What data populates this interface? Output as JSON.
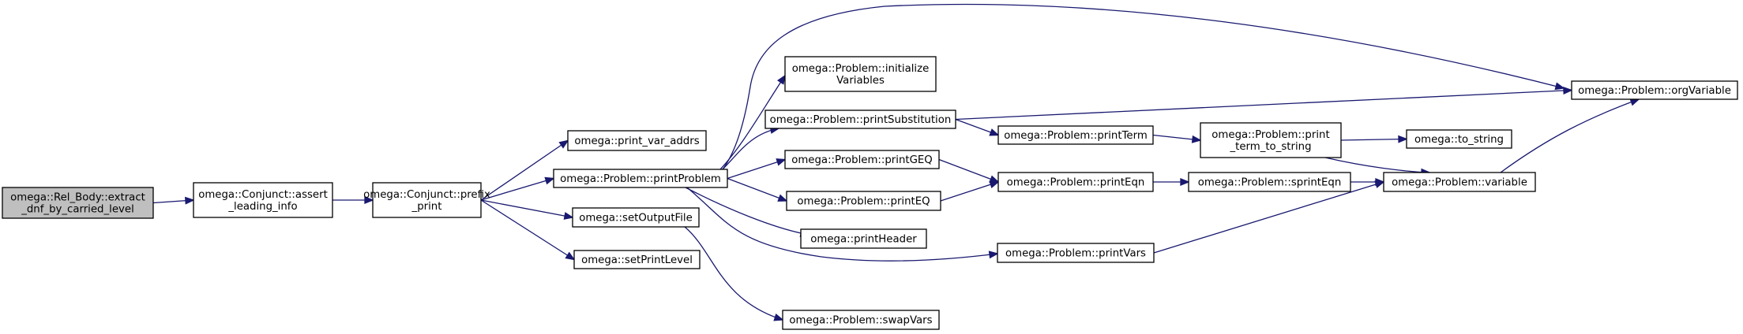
{
  "colors": {
    "root_fill": "#bfbfbf",
    "node_fill": "#ffffff",
    "node_border": "#000000",
    "edge_color": "#191970"
  },
  "nodes": [
    {
      "id": "n_extract",
      "lines": [
        "omega::Rel_Body::extract",
        "_dnf_by_carried_level"
      ],
      "root": true
    },
    {
      "id": "n_assert",
      "lines": [
        "omega::Conjunct::assert",
        "_leading_info"
      ]
    },
    {
      "id": "n_prefix",
      "lines": [
        "omega::Conjunct::prefix",
        "_print"
      ]
    },
    {
      "id": "n_print_var_addrs",
      "lines": [
        "omega::print_var_addrs"
      ]
    },
    {
      "id": "n_printProblem",
      "lines": [
        "omega::Problem::printProblem"
      ]
    },
    {
      "id": "n_setOutputFile",
      "lines": [
        "omega::setOutputFile"
      ]
    },
    {
      "id": "n_setPrintLevel",
      "lines": [
        "omega::setPrintLevel"
      ]
    },
    {
      "id": "n_initVars",
      "lines": [
        "omega::Problem::initialize",
        "Variables"
      ]
    },
    {
      "id": "n_printSubst",
      "lines": [
        "omega::Problem::printSubstitution"
      ]
    },
    {
      "id": "n_printGEQ",
      "lines": [
        "omega::Problem::printGEQ"
      ]
    },
    {
      "id": "n_printEQ",
      "lines": [
        "omega::Problem::printEQ"
      ]
    },
    {
      "id": "n_printHeader",
      "lines": [
        "omega::printHeader"
      ]
    },
    {
      "id": "n_swapVars",
      "lines": [
        "omega::Problem::swapVars"
      ]
    },
    {
      "id": "n_printTerm",
      "lines": [
        "omega::Problem::printTerm"
      ]
    },
    {
      "id": "n_printEqn",
      "lines": [
        "omega::Problem::printEqn"
      ]
    },
    {
      "id": "n_printVars",
      "lines": [
        "omega::Problem::printVars"
      ]
    },
    {
      "id": "n_printTermToString",
      "lines": [
        "omega::Problem::print",
        "_term_to_string"
      ]
    },
    {
      "id": "n_sprintEqn",
      "lines": [
        "omega::Problem::sprintEqn"
      ]
    },
    {
      "id": "n_orgVariable",
      "lines": [
        "omega::Problem::orgVariable"
      ]
    },
    {
      "id": "n_toString",
      "lines": [
        "omega::to_string"
      ]
    },
    {
      "id": "n_variable",
      "lines": [
        "omega::Problem::variable"
      ]
    }
  ],
  "edges": [
    [
      "n_extract",
      "n_assert"
    ],
    [
      "n_assert",
      "n_prefix"
    ],
    [
      "n_prefix",
      "n_print_var_addrs"
    ],
    [
      "n_prefix",
      "n_printProblem"
    ],
    [
      "n_prefix",
      "n_setOutputFile"
    ],
    [
      "n_prefix",
      "n_setPrintLevel"
    ],
    [
      "n_printProblem",
      "n_orgVariable"
    ],
    [
      "n_printProblem",
      "n_initVars"
    ],
    [
      "n_printProblem",
      "n_printSubst"
    ],
    [
      "n_printProblem",
      "n_printGEQ"
    ],
    [
      "n_printProblem",
      "n_printEQ"
    ],
    [
      "n_printProblem",
      "n_printHeader"
    ],
    [
      "n_printProblem",
      "n_printVars"
    ],
    [
      "n_setOutputFile",
      "n_swapVars"
    ],
    [
      "n_printSubst",
      "n_orgVariable"
    ],
    [
      "n_printSubst",
      "n_printTerm"
    ],
    [
      "n_printGEQ",
      "n_printEqn"
    ],
    [
      "n_printEQ",
      "n_printEqn"
    ],
    [
      "n_printTerm",
      "n_printTermToString"
    ],
    [
      "n_printTermToString",
      "n_toString"
    ],
    [
      "n_printTermToString",
      "n_variable"
    ],
    [
      "n_printEqn",
      "n_sprintEqn"
    ],
    [
      "n_sprintEqn",
      "n_variable"
    ],
    [
      "n_printVars",
      "n_variable"
    ],
    [
      "n_variable",
      "n_orgVariable"
    ]
  ]
}
